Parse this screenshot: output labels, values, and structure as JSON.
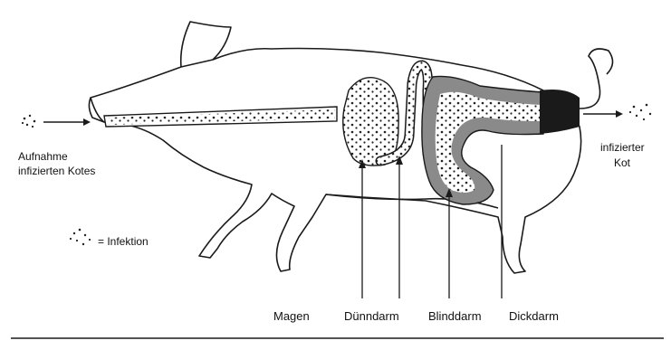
{
  "labels": {
    "intake_line1": "Aufnahme",
    "intake_line2": "infizierten Kotes",
    "infected_feces_line1": "infizierter",
    "infected_feces_line2": "Kot",
    "infection_legend": "= Infektion",
    "stomach": "Magen",
    "small_intestine": "Dünndarm",
    "cecum": "Blinddarm",
    "colon": "Dickdarm"
  },
  "colors": {
    "outline": "#1a1a1a",
    "intestine_fill": "#8a8a8a",
    "stipple": "#222222",
    "background": "#ffffff"
  }
}
